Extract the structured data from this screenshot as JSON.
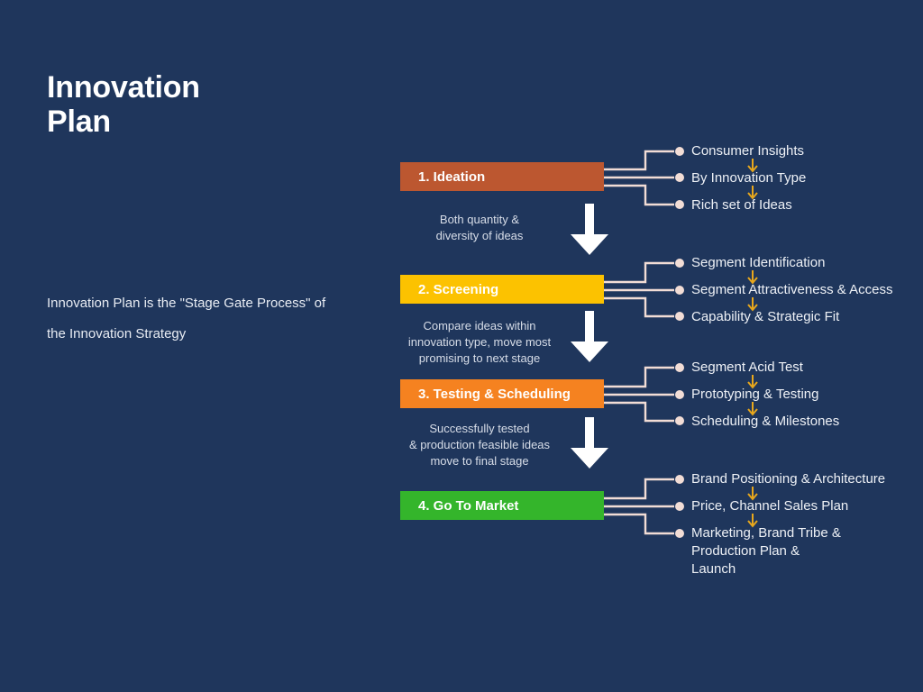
{
  "page": {
    "background_color": "#1f365c",
    "title": "Innovation\nPlan",
    "intro": "Innovation Plan is the \"Stage Gate Process\" of the Innovation Strategy"
  },
  "colors": {
    "background": "#1f365c",
    "stage_1": "#bc5730",
    "stage_2": "#fcc200",
    "stage_3": "#f58220",
    "stage_4": "#34b52b",
    "connector_line": "#f2ddd6",
    "flow_arrow": "#e8a71c",
    "block_arrow": "#ffffff",
    "text": "#eef1f6"
  },
  "stages": [
    {
      "label": "1. Ideation",
      "color": "#bc5730",
      "items": [
        "Consumer Insights",
        "By Innovation Type",
        "Rich set of Ideas"
      ]
    },
    {
      "label": "2. Screening",
      "color": "#fcc200",
      "items": [
        "Segment Identification",
        "Segment Attractiveness & Access",
        "Capability & Strategic Fit"
      ]
    },
    {
      "label": "3. Testing & Scheduling",
      "color": "#f58220",
      "items": [
        "Segment Acid Test",
        "Prototyping & Testing",
        "Scheduling & Milestones"
      ]
    },
    {
      "label": "4. Go To Market",
      "color": "#34b52b",
      "items": [
        "Brand Positioning & Architecture",
        "Price, Channel Sales Plan",
        "Marketing, Brand Tribe &\nProduction Plan &\nLaunch"
      ]
    }
  ],
  "transitions": [
    "Both quantity &\ndiversity of ideas",
    "Compare ideas within\ninnovation  type, move most\npromising to next stage",
    "Successfully tested\n& production feasible ideas\nmove to final stage"
  ]
}
